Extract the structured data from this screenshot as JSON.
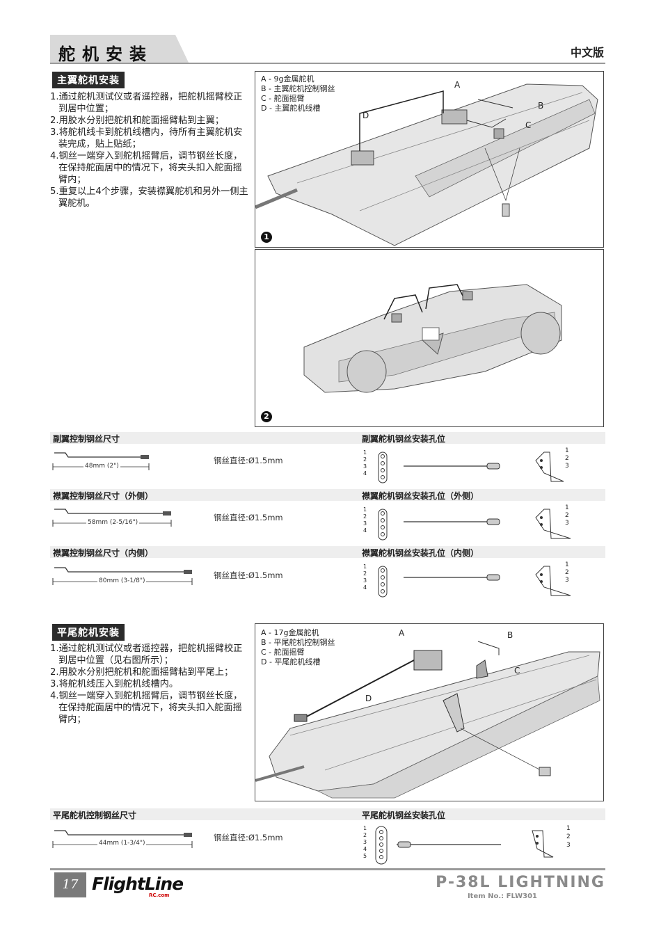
{
  "header": {
    "title": "舵机安装",
    "language": "中文版"
  },
  "main_wing": {
    "heading": "主翼舵机安装",
    "steps": [
      "1.通过舵机测试仪或者遥控器，把舵机摇臂校正到居中位置；",
      "2.用胶水分别把舵机和舵面摇臂粘到主翼；",
      "3.将舵机线卡到舵机线槽内，待所有主翼舵机安装完成，贴上贴纸；",
      "4.钢丝一端穿入到舵机摇臂后，调节钢丝长度，在保持舵面居中的情况下，将夹头扣入舵面摇臂内；",
      "5.重复以上4个步骤，安装襟翼舵机和另外一侧主翼舵机。"
    ],
    "legend": [
      "A - 9g金属舵机",
      "B - 主翼舵机控制钢丝",
      "C - 舵面摇臂",
      "D - 主翼舵机线槽"
    ],
    "callouts": [
      "A",
      "B",
      "C",
      "D"
    ],
    "figure_numbers": [
      "1",
      "2"
    ]
  },
  "linkage_rows": [
    {
      "left_title": "副翼控制钢丝尺寸",
      "dimension": "48mm (2\")",
      "diameter": "钢丝直径:Ø1.5mm",
      "right_title": "副翼舵机钢丝安装孔位",
      "servo_holes": [
        "1",
        "2",
        "3",
        "4"
      ],
      "horn_holes": [
        "1",
        "2",
        "3"
      ]
    },
    {
      "left_title": "襟翼控制钢丝尺寸（外侧）",
      "dimension": "58mm (2-5/16\")",
      "diameter": "钢丝直径:Ø1.5mm",
      "right_title": "襟翼舵机钢丝安装孔位（外侧）",
      "servo_holes": [
        "1",
        "2",
        "3",
        "4"
      ],
      "horn_holes": [
        "1",
        "2",
        "3"
      ]
    },
    {
      "left_title": "襟翼控制钢丝尺寸（内侧）",
      "dimension": "80mm (3-1/8\")",
      "diameter": "钢丝直径:Ø1.5mm",
      "right_title": "襟翼舵机钢丝安装孔位（内侧）",
      "servo_holes": [
        "1",
        "2",
        "3",
        "4"
      ],
      "horn_holes": [
        "1",
        "2",
        "3"
      ]
    }
  ],
  "stabilizer": {
    "heading": "平尾舵机安装",
    "steps": [
      "1.通过舵机测试仪或者遥控器，把舵机摇臂校正到居中位置（见右图所示）；",
      "2.用胶水分别把舵机和舵面摇臂粘到平尾上；",
      "3.将舵机线压入到舵机线槽内。",
      "4.钢丝一端穿入到舵机摇臂后，调节钢丝长度，在保持舵面居中的情况下，将夹头扣入舵面摇臂内；"
    ],
    "legend": [
      "A - 17g金属舵机",
      "B - 平尾舵机控制钢丝",
      "C - 舵面摇臂",
      "D - 平尾舵机线槽"
    ],
    "callouts": [
      "A",
      "B",
      "C",
      "D"
    ],
    "rod_title": "平尾舵机控制钢丝尺寸",
    "dimension": "44mm (1-3/4\")",
    "diameter": "钢丝直径:Ø1.5mm",
    "holes_title": "平尾舵机钢丝安装孔位",
    "servo_holes": [
      "1",
      "2",
      "3",
      "4",
      "5"
    ],
    "horn_holes": [
      "1",
      "2",
      "3"
    ]
  },
  "footer": {
    "page": "17",
    "logo": "FlightLine",
    "logo_sub": "RC.com",
    "model": "P-38L LIGHTNING",
    "item_no": "Item No.: FLW301"
  }
}
